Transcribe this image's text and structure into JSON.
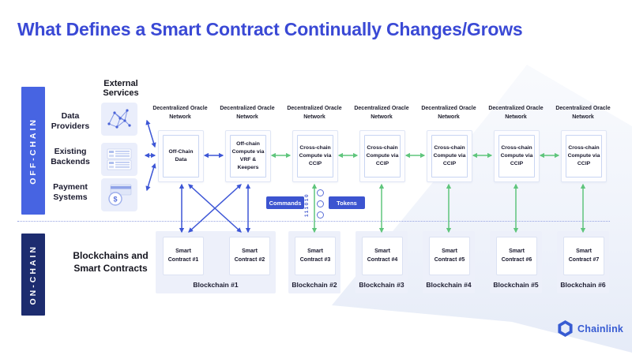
{
  "title": "What Defines a Smart Contract Continually Changes/Grows",
  "sidebar": {
    "offchain_label": "OFF-CHAIN",
    "onchain_label": "ON-CHAIN"
  },
  "external_services": {
    "heading": "External Services",
    "items": [
      {
        "label": "Data Providers",
        "icon": "network-map-icon"
      },
      {
        "label": "Existing Backends",
        "icon": "server-stack-icon"
      },
      {
        "label": "Payment Systems",
        "icon": "payment-dollar-icon"
      }
    ]
  },
  "oracle_columns": [
    {
      "header": "Decentralized Oracle Network",
      "box": "Off-Chain Data"
    },
    {
      "header": "Decentralized Oracle Network",
      "box": "Off-chain Compute via VRF & Keepers"
    },
    {
      "header": "Decentralized Oracle Network",
      "box": "Cross-chain Compute via CCIP"
    },
    {
      "header": "Decentralized Oracle Network",
      "box": "Cross-chain Compute via CCIP"
    },
    {
      "header": "Decentralized Oracle Network",
      "box": "Cross-chain Compute via CCIP"
    },
    {
      "header": "Decentralized Oracle Network",
      "box": "Cross-chain Compute via CCIP"
    },
    {
      "header": "Decentralized Oracle Network",
      "box": "Cross-chain Compute via CCIP"
    }
  ],
  "flow": {
    "commands_label": "Commands",
    "tokens_label": "Tokens",
    "binary": "111010"
  },
  "onchain_row": {
    "heading": "Blockchains and Smart Contracts",
    "blockchains": [
      {
        "label": "Blockchain #1",
        "contracts": [
          "Smart Contract #1",
          "Smart Contract #2"
        ]
      },
      {
        "label": "Blockchain #2",
        "contracts": [
          "Smart Contract #3"
        ]
      },
      {
        "label": "Blockchain #3",
        "contracts": [
          "Smart Contract #4"
        ]
      },
      {
        "label": "Blockchain #4",
        "contracts": [
          "Smart Contract #5"
        ]
      },
      {
        "label": "Blockchain #5",
        "contracts": [
          "Smart Contract #6"
        ]
      },
      {
        "label": "Blockchain #6",
        "contracts": [
          "Smart Contract #7"
        ]
      }
    ]
  },
  "brand": {
    "name": "Chainlink"
  },
  "colors": {
    "title_blue": "#3a49d5",
    "offchain_bar": "#4764e2",
    "onchain_bar": "#1d2c6f",
    "arrow_blue": "#3d56d6",
    "arrow_green": "#5fc57c",
    "button_blue": "#3c54d0",
    "brand_blue": "#375bd2",
    "container_lavender": "#edf0fa"
  }
}
